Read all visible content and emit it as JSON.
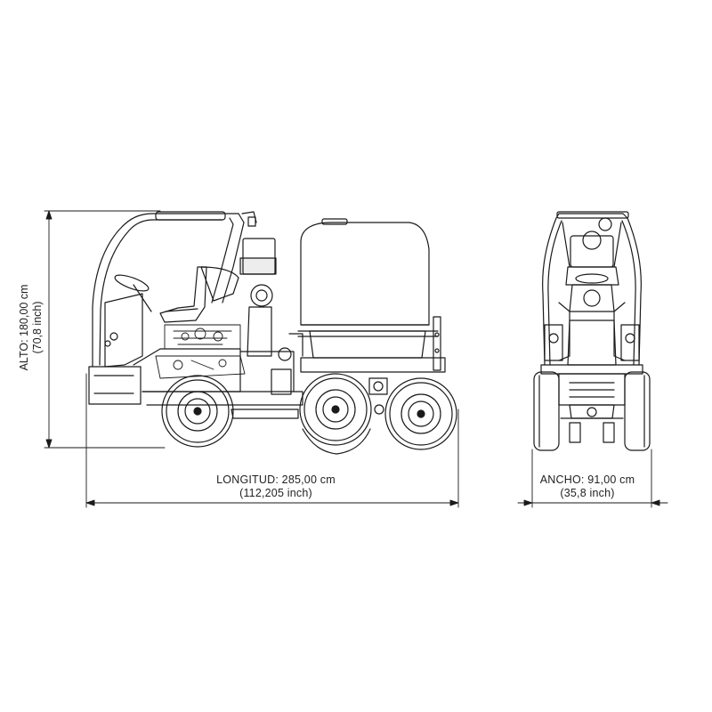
{
  "dimensions": {
    "length": {
      "label": "LONGITUD: 285,00 cm",
      "imperial": "(112,205 inch)"
    },
    "width": {
      "label": "ANCHO: 91,00 cm",
      "imperial": "(35,8 inch)"
    },
    "height": {
      "label": "ALTO: 180,00 cm",
      "imperial": "(70,8 inch)"
    }
  },
  "colors": {
    "line": "#1a1a1a",
    "background": "#ffffff"
  }
}
